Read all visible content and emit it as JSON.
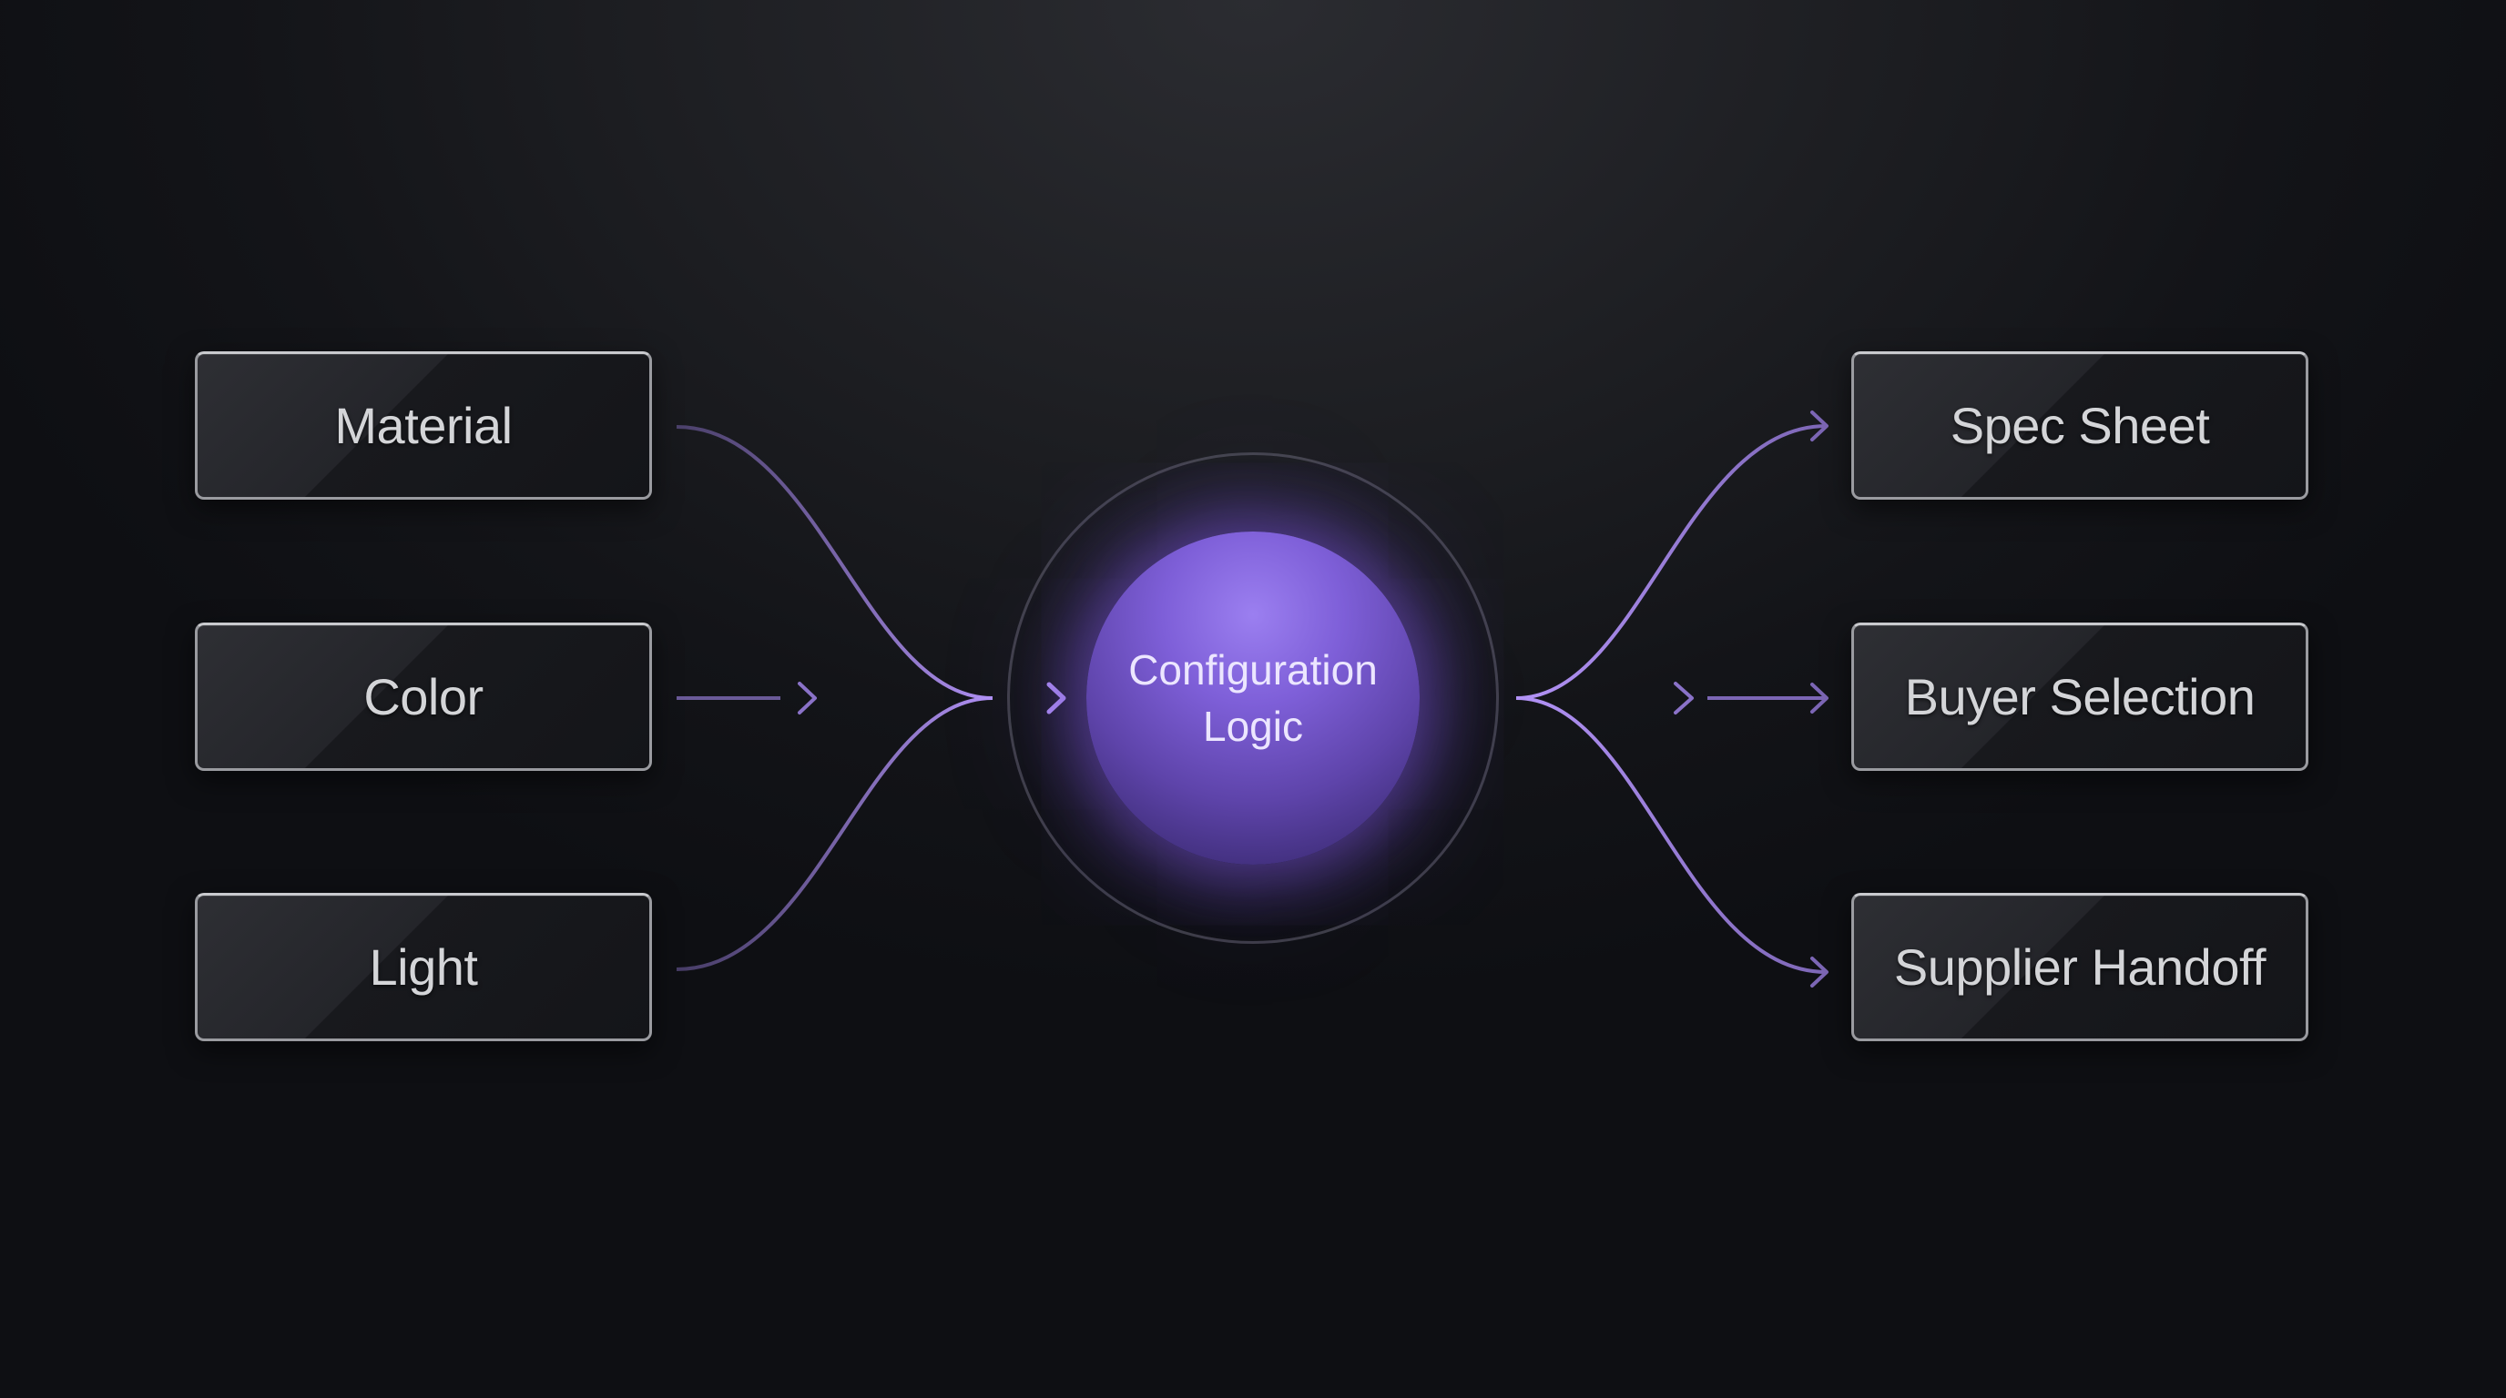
{
  "diagram": {
    "hub": {
      "line1": "Configuration",
      "line2": "Logic"
    },
    "inputs": [
      {
        "label": "Material"
      },
      {
        "label": "Color"
      },
      {
        "label": "Light"
      }
    ],
    "outputs": [
      {
        "label": "Spec Sheet"
      },
      {
        "label": "Buyer Selection"
      },
      {
        "label": "Supplier Handoff"
      }
    ],
    "colors": {
      "accent": "#a585f0",
      "connector": "#8a6fd0",
      "node_border": "#9a9ba0",
      "background": "#131418"
    }
  }
}
